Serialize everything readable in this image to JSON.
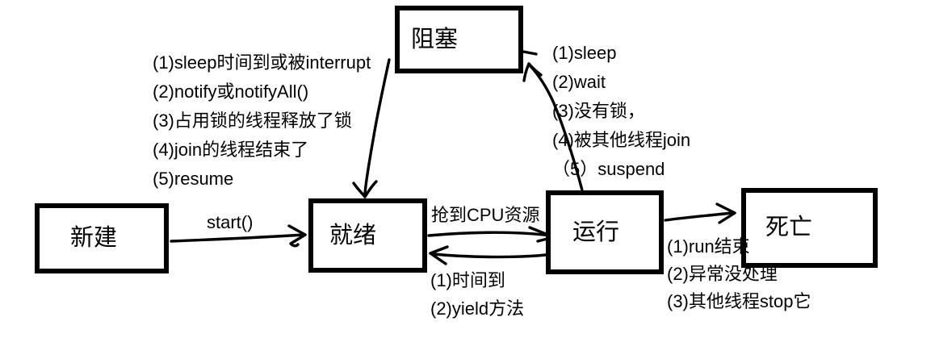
{
  "diagram": {
    "title": "thread-state-diagram",
    "colors": {
      "background": "#ffffff",
      "stroke": "#000000",
      "text": "#000000"
    }
  },
  "nodes": {
    "new": {
      "label": "新建"
    },
    "ready": {
      "label": "就绪"
    },
    "running": {
      "label": "运行"
    },
    "blocked": {
      "label": "阻塞"
    },
    "dead": {
      "label": "死亡"
    }
  },
  "edges": {
    "start": {
      "label": "start()"
    },
    "ready_to_running": {
      "label": "抢到CPU资源"
    },
    "running_to_ready": {
      "lines": [
        "(1)时间到",
        "(2)yield方法"
      ]
    },
    "blocked_to_ready": {
      "lines": [
        "(1)sleep时间到或被interrupt",
        "(2)notify或notifyAll()",
        "(3)占用锁的线程释放了锁",
        "(4)join的线程结束了",
        "(5)resume"
      ]
    },
    "running_to_blocked": {
      "lines": [
        "(1)sleep",
        "(2)wait",
        "(3)没有锁，",
        "(4)被其他线程join",
        "（5）suspend"
      ]
    },
    "running_to_dead": {
      "lines": [
        "(1)run结束",
        "(2)异常没处理",
        "(3)其他线程stop它"
      ]
    }
  }
}
